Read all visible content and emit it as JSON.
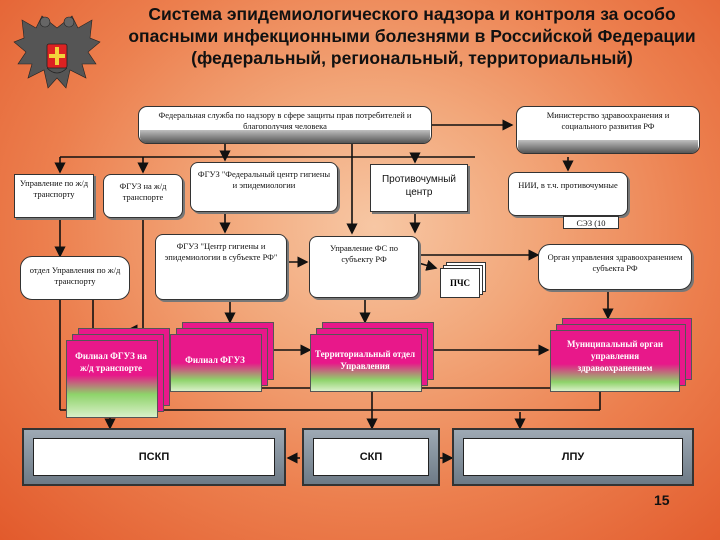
{
  "title": "Система эпидемиологического надзора и контроля за особо опасными инфекционными болезнями в Российской Федерации (федеральный, региональный, территориальный)",
  "nodes": {
    "fed_service": "Федеральная служба по надзору в сфере защиты прав потребителей и благополучия человека",
    "ministry": "Министерство здравоохранения и социального развития РФ",
    "transport_mgmt": "Управление по ж/д транспорту",
    "fguz_transport": "ФГУЗ на ж/д транспорте",
    "fguz_federal": "ФГУЗ \"Федеральный центр гигиены и эпидемиологии",
    "antiplague": "Противочумный центр",
    "nii": "НИИ, в т.ч. противочумные",
    "sez": "СЭЗ (10",
    "transport_dept": "отдел Управления по ж/д транспорту",
    "fguz_subject": "ФГУЗ \"Центр гигиены и эпидемиологии в субъекте РФ\"",
    "fs_subject": "Управление ФС по субъекту РФ",
    "pchs": "ПЧС",
    "health_subject": "Орган управления здравоохранением субъекта РФ",
    "branch_transport": "Филиал ФГУЗ на ж/д транспорте",
    "branch_fguz": "Филиал ФГУЗ",
    "territorial": "Территориальный отдел Управления",
    "municipal": "Муниципальный орган управления здравоохранением",
    "pskp": "ПСКП",
    "skp": "СКП",
    "lpu": "ЛПУ"
  },
  "page_number": "15",
  "colors": {
    "background_center": "#f7c7a4",
    "background_edge": "#e25a2c",
    "pink": "#e8188a",
    "green": "#8ed36a"
  }
}
